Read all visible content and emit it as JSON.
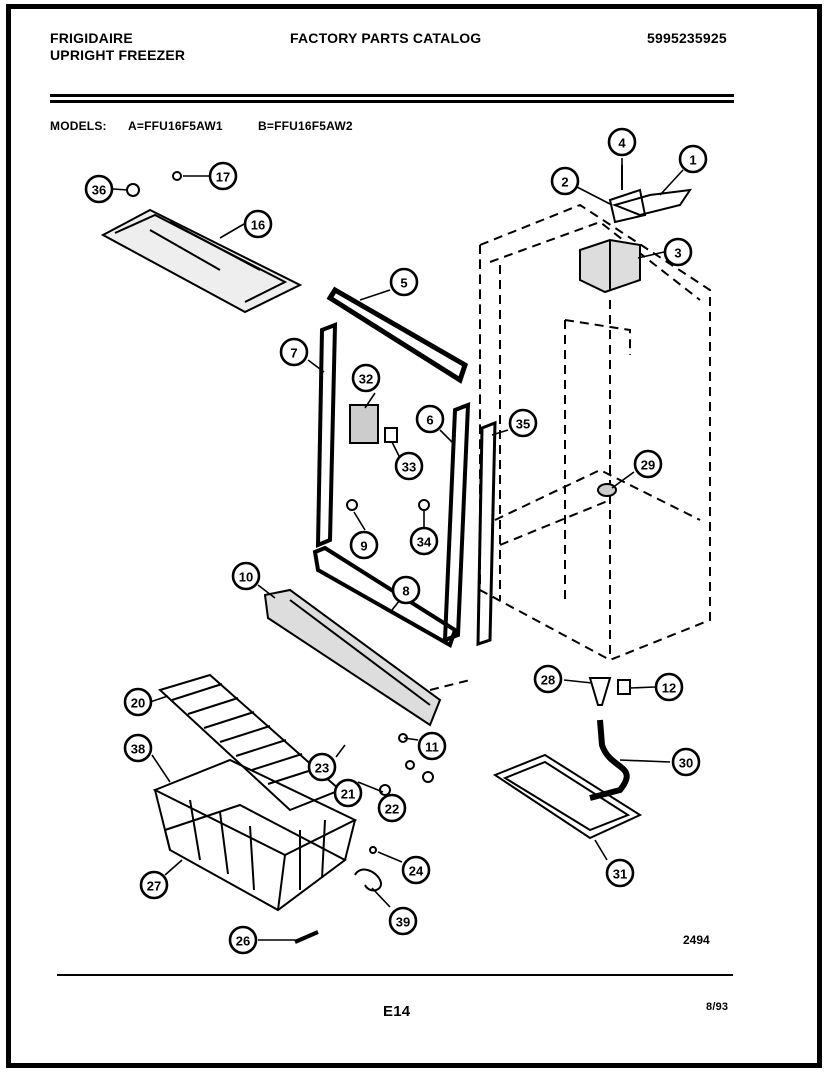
{
  "header": {
    "brand": "FRIGIDAIRE",
    "product": "UPRIGHT FREEZER",
    "catalog_title": "FACTORY PARTS CATALOG",
    "catalog_number": "5995235925"
  },
  "models": {
    "label": "MODELS:",
    "model_a": "A=FFU16F5AW1",
    "model_b": "B=FFU16F5AW2"
  },
  "callouts": [
    "1",
    "2",
    "3",
    "4",
    "5",
    "6",
    "7",
    "8",
    "9",
    "10",
    "11",
    "12",
    "16",
    "17",
    "20",
    "21",
    "22",
    "23",
    "24",
    "26",
    "27",
    "28",
    "29",
    "30",
    "31",
    "32",
    "33",
    "34",
    "35",
    "36",
    "38",
    "39"
  ],
  "drawing_id": "2494",
  "footer": {
    "page": "E14",
    "date": "8/93"
  }
}
